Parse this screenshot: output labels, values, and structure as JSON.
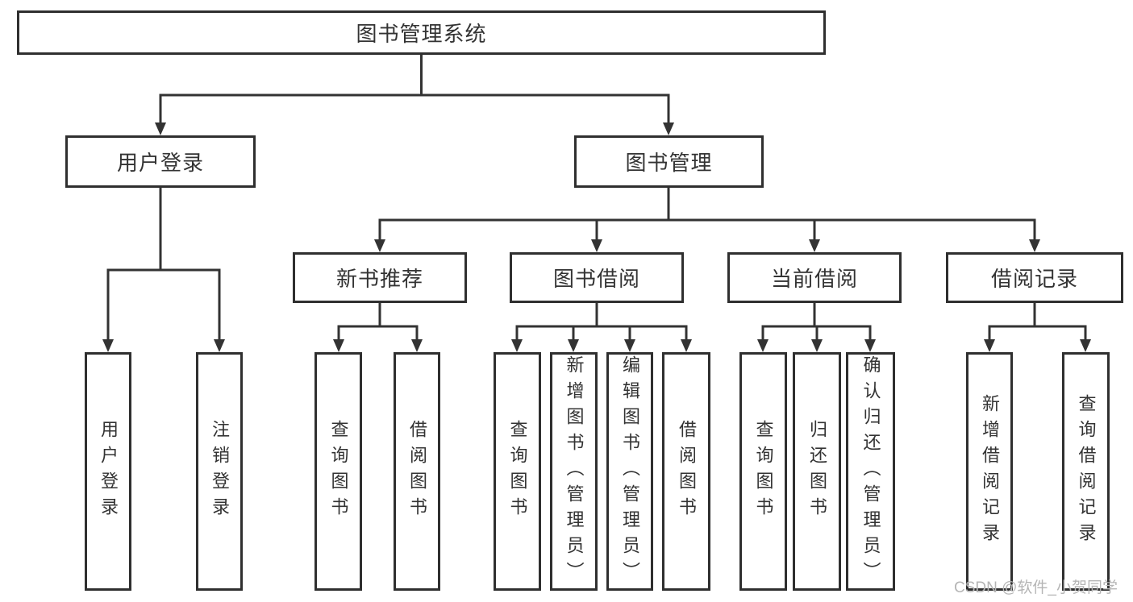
{
  "colors": {
    "line": "#333333",
    "node_border": "#2f2f2f",
    "text": "#333333",
    "watermark": "#b5b5b5",
    "background": "#ffffff"
  },
  "watermark": {
    "text": "CSDN @软件_小贺同学"
  },
  "tree": {
    "root": {
      "label": "图书管理系统",
      "children": [
        {
          "label": "用户登录",
          "children": [
            {
              "label": "用户登录"
            },
            {
              "label": "注销登录"
            }
          ]
        },
        {
          "label": "图书管理",
          "children": [
            {
              "label": "新书推荐",
              "children": [
                {
                  "label": "查询图书"
                },
                {
                  "label": "借阅图书"
                }
              ]
            },
            {
              "label": "图书借阅",
              "children": [
                {
                  "label": "查询图书"
                },
                {
                  "label": "新增图书（管理员）"
                },
                {
                  "label": "编辑图书（管理员）"
                },
                {
                  "label": "借阅图书"
                }
              ]
            },
            {
              "label": "当前借阅",
              "children": [
                {
                  "label": "查询图书"
                },
                {
                  "label": "归还图书"
                },
                {
                  "label": "确认归还（管理员）"
                }
              ]
            },
            {
              "label": "借阅记录",
              "children": [
                {
                  "label": "新增借阅记录"
                },
                {
                  "label": "查询借阅记录"
                }
              ]
            }
          ]
        }
      ]
    }
  }
}
